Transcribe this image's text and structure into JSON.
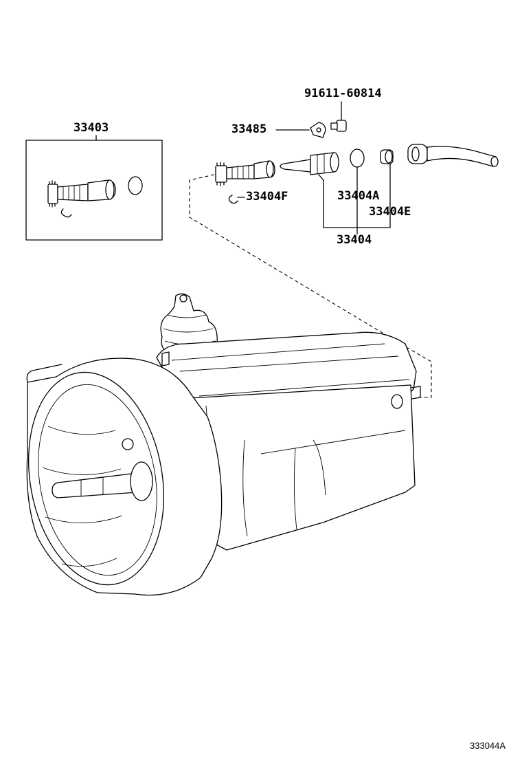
{
  "labels": {
    "bolt": "91611-60814",
    "gear_assy": "33403",
    "plate": "33485",
    "clip": "33404F",
    "oring": "33404A",
    "sleeve_bush": "33404E",
    "sleeve_assy": "33404"
  },
  "figure_number": "333044A"
}
